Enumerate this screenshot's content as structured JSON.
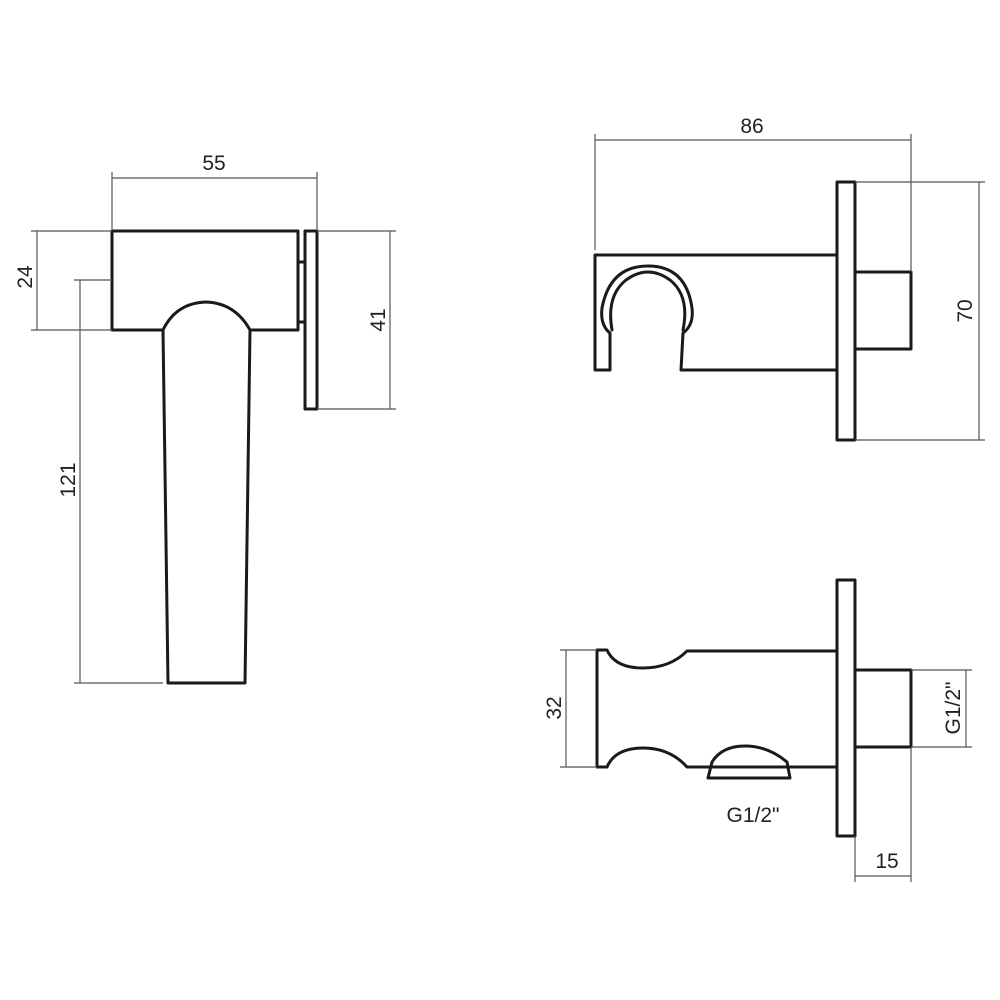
{
  "colors": {
    "outline": "#1a1a1a",
    "dimension_line": "#555555",
    "text": "#222222",
    "background": "#ffffff"
  },
  "spray_head_view": {
    "width_label": "55",
    "head_height_label": "24",
    "plate_height_label": "41",
    "handle_length_label": "121"
  },
  "holder_side_view": {
    "length_label": "86",
    "height_label": "70"
  },
  "holder_connection_view": {
    "diameter_label": "32",
    "outlet_thread_label": "G1/2\"",
    "inlet_thread_label": "G1/2\"",
    "thread_length_label": "15"
  }
}
